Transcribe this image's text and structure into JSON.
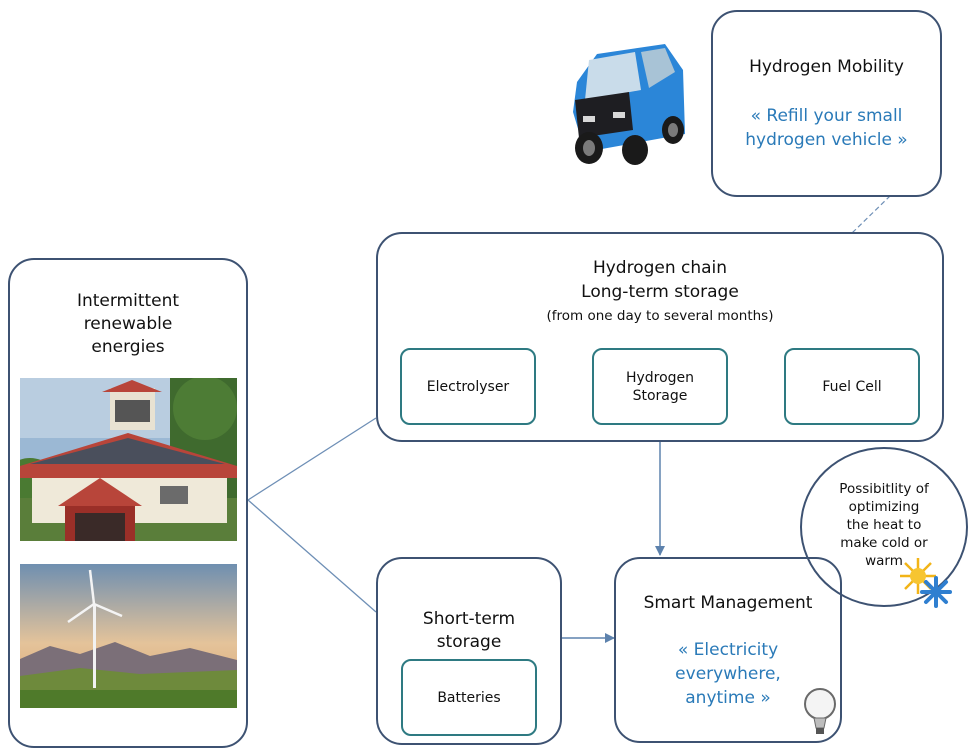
{
  "renewables": {
    "title": "Intermittent\nrenewable\nenergies"
  },
  "mobility": {
    "title": "Hydrogen Mobility",
    "tagline": "« Refill your small\nhydrogen vehicle »"
  },
  "hydrogen_chain": {
    "title": "Hydrogen chain",
    "subtitle": "Long-term storage",
    "note": "(from one day to several months)",
    "electrolyser": "Electrolyser",
    "storage": "Hydrogen\nStorage",
    "fuel_cell": "Fuel Cell"
  },
  "short_term": {
    "title": "Short-term\nstorage",
    "batteries": "Batteries"
  },
  "smart": {
    "title": "Smart Management",
    "tagline": "« Electricity\neverywhere,\nanytime »"
  },
  "heat": {
    "text": "Possibitlity of\noptimizing\nthe heat to\nmake cold or\nwarm"
  },
  "colors": {
    "box_border": "#3d5272",
    "inner_border": "#2e7a82",
    "accent_text": "#2a7ab8",
    "connector": "#5d82ad"
  }
}
